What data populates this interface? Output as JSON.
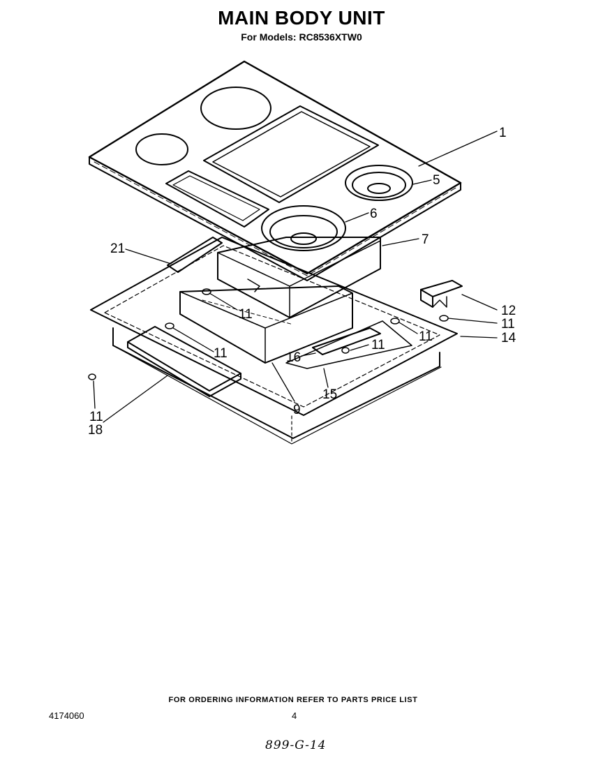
{
  "header": {
    "title": "MAIN BODY UNIT",
    "subtitle": "For Models: RC8536XTW0"
  },
  "callouts": {
    "c1": "1",
    "c5": "5",
    "c6": "6",
    "c7": "7",
    "c21": "21",
    "c11a": "11",
    "c12": "12",
    "c11b": "11",
    "c11c": "11",
    "c14": "14",
    "c11d": "11",
    "c16": "16",
    "c11e": "11",
    "c15": "15",
    "c9": "9",
    "c11f": "11",
    "c18": "18"
  },
  "footer": {
    "ordering_note": "FOR ORDERING INFORMATION REFER TO PARTS PRICE LIST",
    "doc_number": "4174060",
    "page_number": "4",
    "handwritten_note": "899-G-14"
  }
}
